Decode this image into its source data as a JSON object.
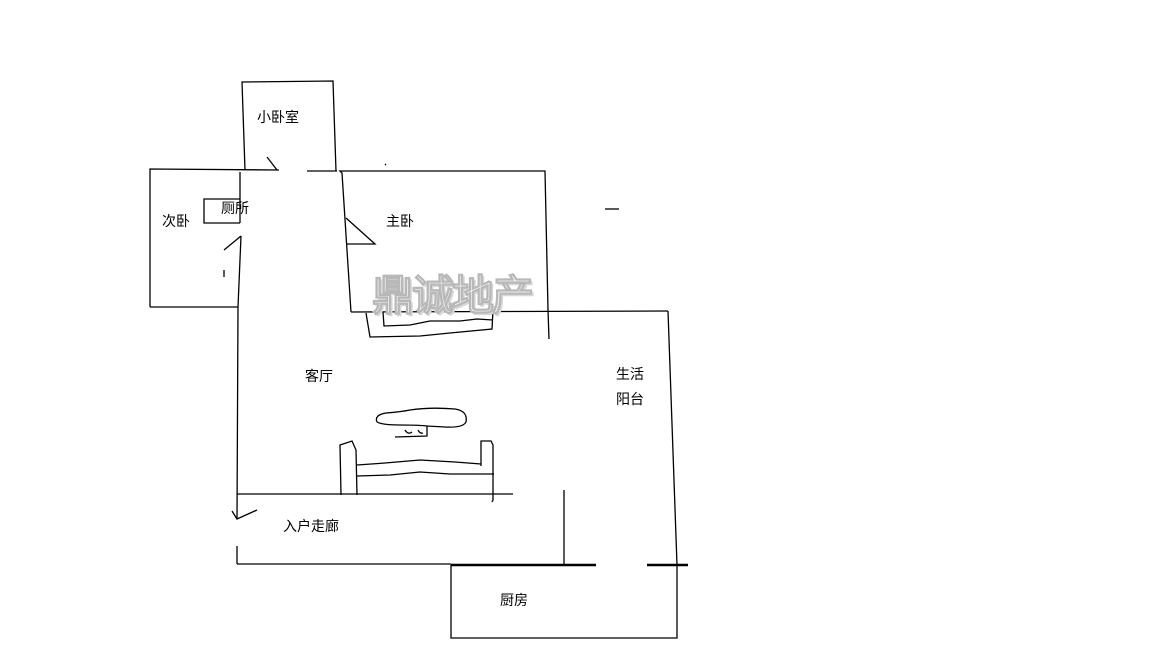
{
  "rooms": {
    "small_bedroom": "小卧室",
    "second_bedroom": "次卧",
    "toilet": "厕所",
    "master_bedroom": "主卧",
    "living_room": "客厅",
    "balcony_line1": "生活",
    "balcony_line2": "阳台",
    "entry_corridor": "入户走廊",
    "kitchen": "厨房"
  },
  "watermark": "鼎诚地产"
}
